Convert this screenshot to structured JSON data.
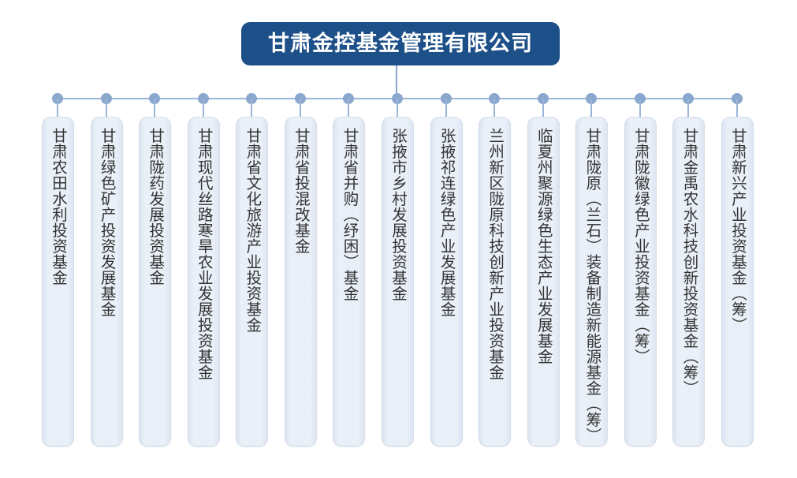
{
  "chart": {
    "type": "org-chart",
    "title": "甘肃金控基金管理有限公司",
    "root": {
      "label": "甘肃金控基金管理有限公司",
      "color": "#1d5089",
      "text_color": "#ffffff"
    },
    "connector_color": "#9ab5d6",
    "node_fill": "#e9eff8",
    "node_border": "#d5dde9",
    "node_text_color": "#333333",
    "child_count": 15,
    "children": [
      {
        "label": "甘肃农田水利投资基金"
      },
      {
        "label": "甘肃绿色矿产投资发展基金"
      },
      {
        "label": "甘肃陇药发展投资基金"
      },
      {
        "label": "甘肃现代丝路寒旱农业发展投资基金"
      },
      {
        "label": "甘肃省文化旅游产业投资基金"
      },
      {
        "label": "甘肃省投混改基金"
      },
      {
        "label": "甘肃省并购（纾困）基金"
      },
      {
        "label": "张掖市乡村发展投资基金"
      },
      {
        "label": "张掖祁连绿色产业发展基金"
      },
      {
        "label": "兰州新区陇原科技创新产业投资基金"
      },
      {
        "label": "临夏州聚源绿色生态产业发展基金"
      },
      {
        "label": "甘肃陇原（兰石）装备制造新能源基金（筹）"
      },
      {
        "label": "甘肃陇徽绿色产业投资基金（筹）"
      },
      {
        "label": "甘肃金禹农水科技创新投资基金（筹）"
      },
      {
        "label": "甘肃新兴产业投资基金（筹）"
      }
    ]
  }
}
